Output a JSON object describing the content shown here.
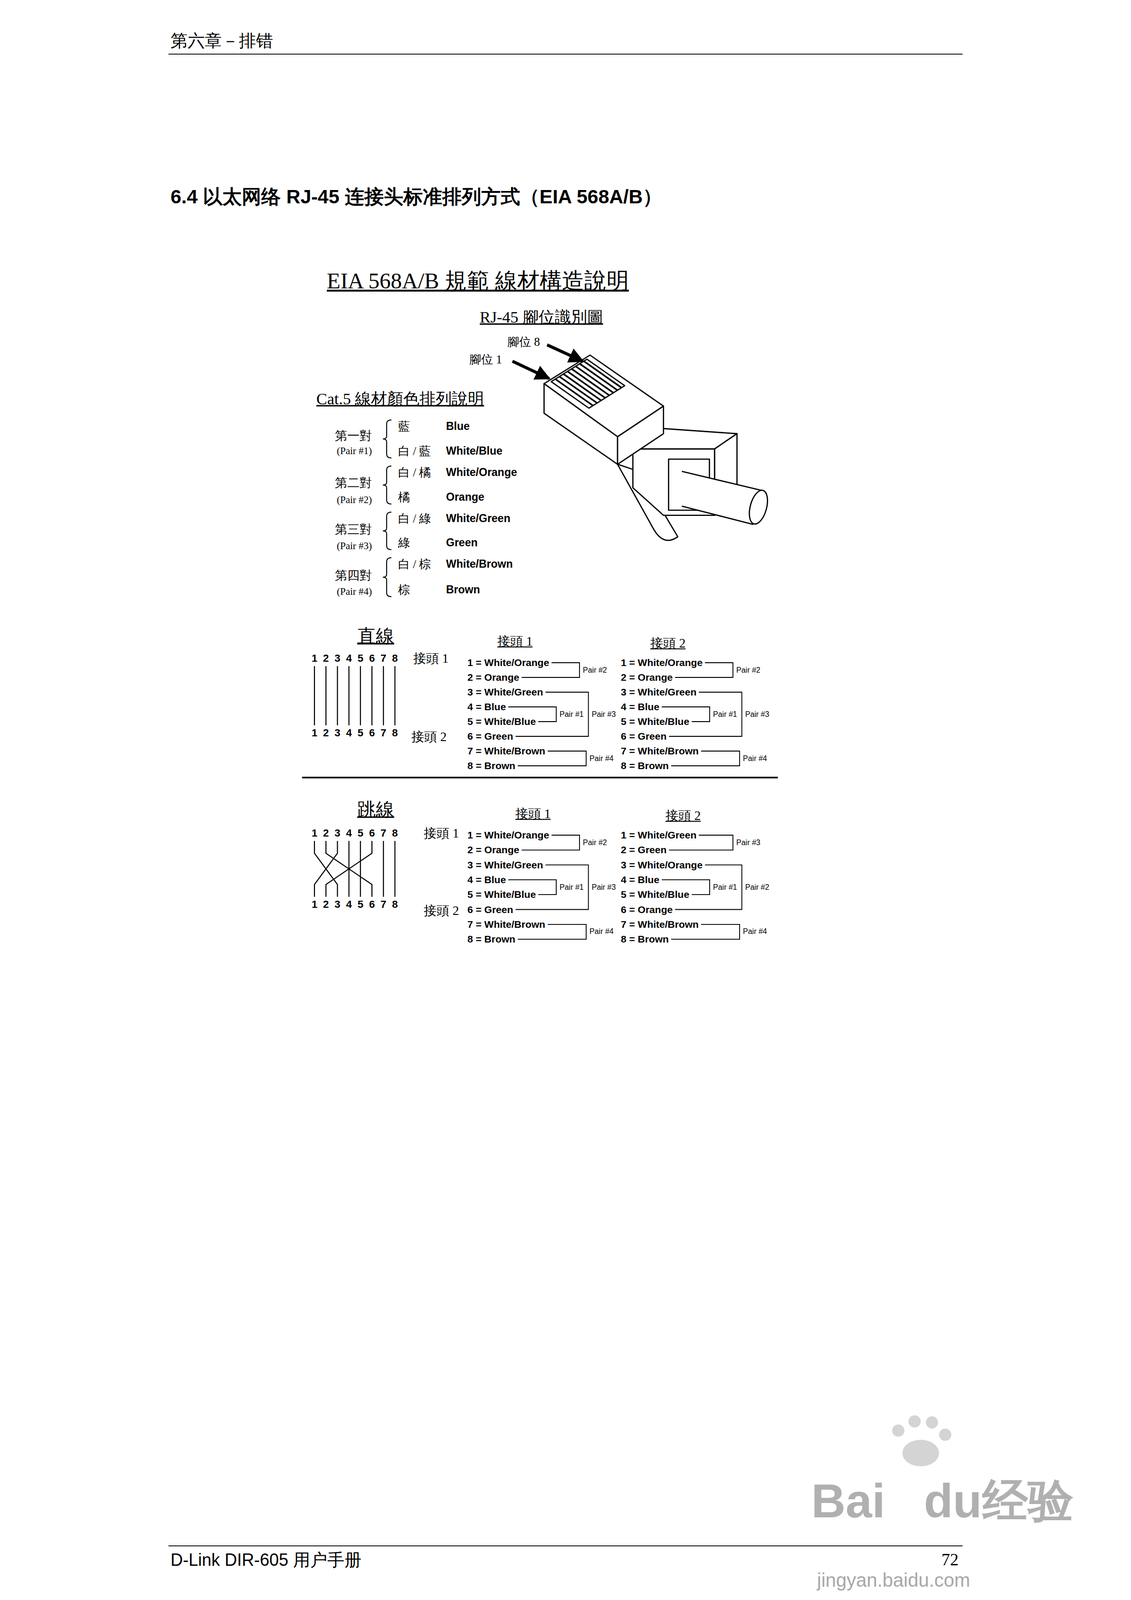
{
  "diagram": {
    "title": "6.4 以太网络 RJ-45 连接头标准排列方式（EIA 568A/B）",
    "labels": [
      "第六章－排错",
      "EIA 568A/B 規範 線材構造說明",
      "RJ-45 腳位識別圖",
      "腳位 8",
      "腳位 1",
      "Cat.5 線材顏色排列說明",
      "第一對",
      "(Pair #1)",
      "藍",
      "Blue",
      "白 / 藍",
      "White/Blue",
      "第二對",
      "(Pair #2)",
      "白 / 橘",
      "White/Orange",
      "橘",
      "Orange",
      "第三對",
      "(Pair #3)",
      "白 / 綠",
      "White/Green",
      "綠",
      "Green",
      "第四對",
      "(Pair #4)",
      "白 / 棕",
      "White/Brown",
      "棕",
      "Brown",
      "直線",
      "1",
      "2",
      "3",
      "4",
      "5",
      "6",
      "7",
      "8",
      "接頭 1",
      "1",
      "2",
      "3",
      "4",
      "5",
      "6",
      "7",
      "8",
      "接頭 2",
      "接頭 1",
      "接頭 2",
      "1 = White/Orange",
      "2 = Orange",
      "3 = White/Green",
      "4 = Blue",
      "5 = White/Blue",
      "6 = Green",
      "7 = White/Brown",
      "8 = Brown",
      "Pair #2",
      "Pair #3",
      "Pair #1",
      "Pair #4",
      "1 = White/Orange",
      "2 = Orange",
      "3 = White/Green",
      "4 = Blue",
      "5 = White/Blue",
      "6 = Green",
      "7 = White/Brown",
      "8 = Brown",
      "Pair #2",
      "Pair #3",
      "Pair #1",
      "Pair #4",
      "跳線",
      "1",
      "2",
      "3",
      "4",
      "5",
      "6",
      "7",
      "8",
      "接頭 1",
      "1",
      "2",
      "3",
      "4",
      "5",
      "6",
      "7",
      "8",
      "接頭 2",
      "接頭 1",
      "接頭 2",
      "1 = White/Orange",
      "2 = Orange",
      "3 = White/Green",
      "4 = Blue",
      "5 = White/Blue",
      "6 = Green",
      "7 = White/Brown",
      "8 = Brown",
      "Pair #2",
      "Pair #3",
      "Pair #1",
      "Pair #4",
      "1 = White/Green",
      "2 = Green",
      "3 = White/Orange",
      "4 = Blue",
      "5 = White/Blue",
      "6 = Orange",
      "7 = White/Brown",
      "8 = Brown",
      "Pair #3",
      "Pair #2",
      "Pair #1",
      "Pair #4",
      "Bai",
      "du",
      "经验",
      "jingyan.baidu.com",
      "D-Link DIR-605 用户手册",
      "72"
    ]
  }
}
